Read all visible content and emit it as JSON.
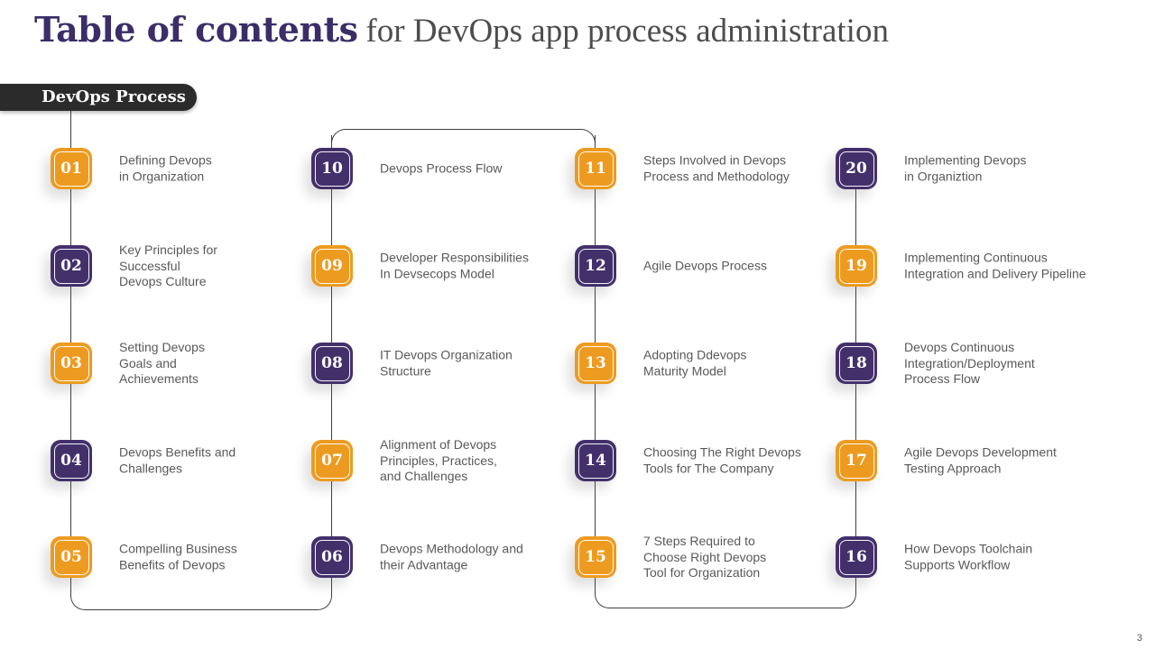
{
  "title": {
    "highlight": "Table of contents",
    "rest": "for DevOps app process administration"
  },
  "ribbon": {
    "label": "DevOps Process"
  },
  "colors": {
    "orange": "#ED9B20",
    "purple": "#43306B",
    "ribbon_dark": "#2B2B2B",
    "title_purple": "#3B2D68",
    "body_text": "#595959",
    "line": "#3F3F3F"
  },
  "page_number": "3",
  "columns": [
    {
      "items": [
        {
          "num": "01",
          "color": "orange",
          "text": "Defining Devops\nin Organization"
        },
        {
          "num": "02",
          "color": "purple",
          "text": "Key Principles for\nSuccessful\nDevops Culture"
        },
        {
          "num": "03",
          "color": "orange",
          "text": "Setting Devops\nGoals and\nAchievements"
        },
        {
          "num": "04",
          "color": "purple",
          "text": "Devops Benefits and\nChallenges"
        },
        {
          "num": "05",
          "color": "orange",
          "text": "Compelling Business\nBenefits of Devops"
        }
      ]
    },
    {
      "items": [
        {
          "num": "10",
          "color": "purple",
          "text": "Devops Process Flow"
        },
        {
          "num": "09",
          "color": "orange",
          "text": "Developer Responsibilities\nIn Devsecops Model"
        },
        {
          "num": "08",
          "color": "purple",
          "text": "IT Devops Organization\nStructure"
        },
        {
          "num": "07",
          "color": "orange",
          "text": "Alignment of Devops\nPrinciples, Practices,\nand Challenges"
        },
        {
          "num": "06",
          "color": "purple",
          "text": "Devops Methodology and\ntheir Advantage"
        }
      ]
    },
    {
      "items": [
        {
          "num": "11",
          "color": "orange",
          "text": "Steps Involved in Devops\nProcess and Methodology"
        },
        {
          "num": "12",
          "color": "purple",
          "text": "Agile Devops Process"
        },
        {
          "num": "13",
          "color": "orange",
          "text": "Adopting Ddevops\nMaturity Model"
        },
        {
          "num": "14",
          "color": "purple",
          "text": "Choosing The Right Devops\nTools for The Company"
        },
        {
          "num": "15",
          "color": "orange",
          "text": "7 Steps Required to\nChoose Right Devops\nTool for Organization"
        }
      ]
    },
    {
      "items": [
        {
          "num": "20",
          "color": "purple",
          "text": "Implementing Devops\nin Organiztion"
        },
        {
          "num": "19",
          "color": "orange",
          "text": "Implementing Continuous\nIntegration and Delivery Pipeline"
        },
        {
          "num": "18",
          "color": "purple",
          "text": "Devops Continuous\nIntegration/Deployment\nProcess Flow"
        },
        {
          "num": "17",
          "color": "orange",
          "text": "Agile Devops Development\nTesting Approach"
        },
        {
          "num": "16",
          "color": "purple",
          "text": "How Devops Toolchain\nSupports Workflow"
        }
      ]
    }
  ]
}
